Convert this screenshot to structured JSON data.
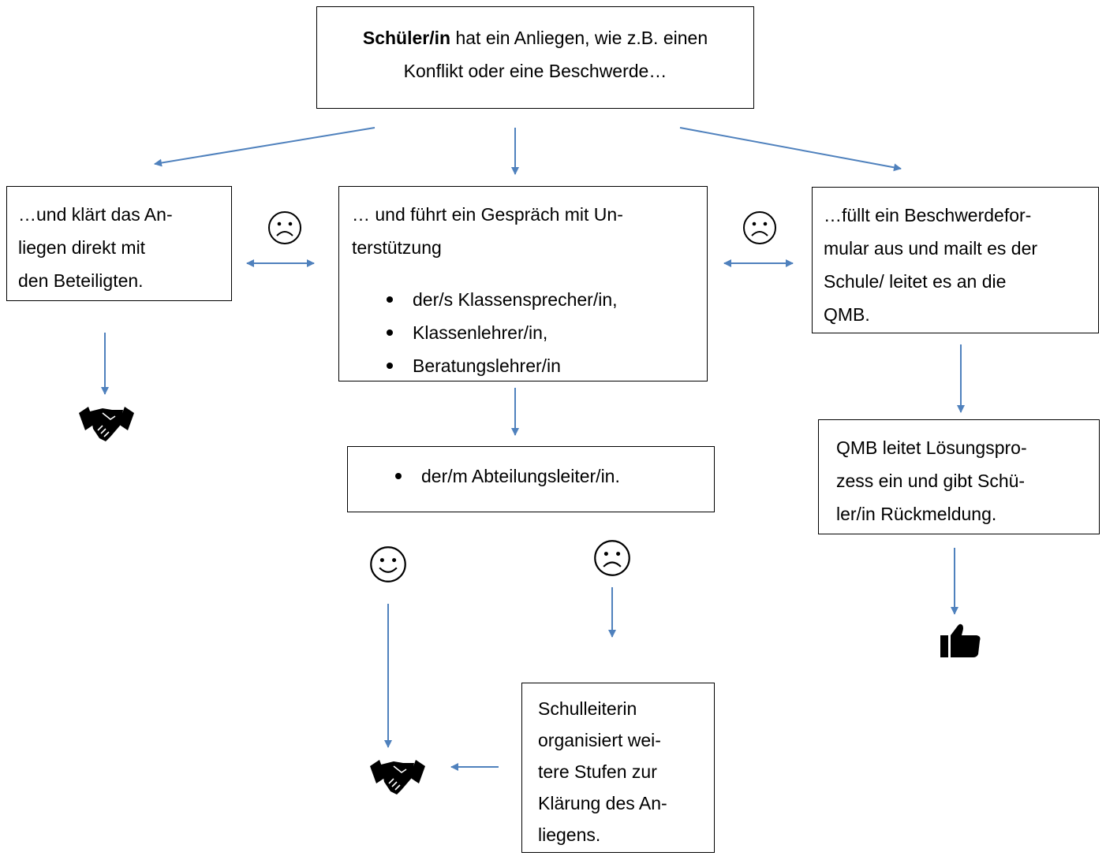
{
  "colors": {
    "arrow": "#4F81BD",
    "border": "#000000"
  },
  "top_box": {
    "bold": "Schüler/in",
    "text_line1": " hat ein Anliegen, wie z.B. einen",
    "text_line2": "Konflikt oder eine Beschwerde…"
  },
  "left_box": {
    "lines": [
      "…und klärt das An-",
      "liegen direkt mit",
      "den Beteiligten."
    ]
  },
  "middle_box": {
    "lines": [
      "… und führt ein Gespräch mit Un-",
      "terstützung"
    ],
    "bullets": [
      "der/s Klassensprecher/in,",
      "Klassenlehrer/in,",
      "Beratungslehrer/in"
    ]
  },
  "right_box": {
    "lines": [
      "…füllt ein Beschwerdefor-",
      "mular aus und mailt es der",
      "Schule/ leitet es an die",
      "QMB."
    ]
  },
  "abteilung_box": {
    "bullet": "der/m Abteilungsleiter/in."
  },
  "qmb_box": {
    "lines": [
      "QMB leitet Lösungspro-",
      "zess ein und gibt Schü-",
      "ler/in Rückmeldung."
    ]
  },
  "schulleiterin_box": {
    "lines": [
      "Schulleiterin",
      "organisiert wei-",
      "tere Stufen zur",
      "Klärung des An-",
      "liegens."
    ]
  },
  "icons": {
    "sad_face": "frowning-face",
    "happy_face": "smiling-face",
    "handshake": "handshake",
    "thumbs_up": "thumbs-up"
  }
}
